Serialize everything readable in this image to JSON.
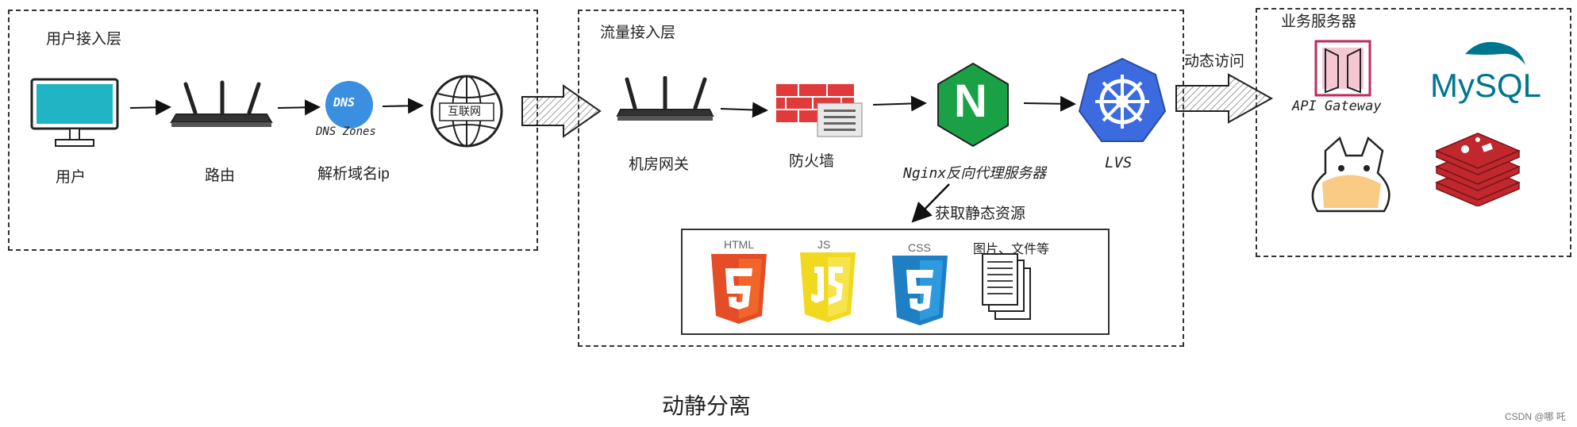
{
  "groups": {
    "user_access": "用户接入层",
    "traffic_access": "流量接入层",
    "business_servers": "业务服务器"
  },
  "nodes": {
    "user": "用户",
    "router": "路由",
    "dns_badge": "DNS",
    "dns_zones": "DNS Zones",
    "dns_resolve": "解析域名ip",
    "internet": "互联网",
    "gateway": "机房网关",
    "firewall": "防火墙",
    "nginx_letter": "N",
    "nginx": "Nginx反向代理服务器",
    "lvs": "LVS",
    "api_gateway": "API Gateway",
    "mysql": "MySQL"
  },
  "edges": {
    "dynamic": "动态访问",
    "static": "获取静态资源"
  },
  "static_resources": {
    "html": "HTML",
    "js": "JS",
    "css": "CSS",
    "files": "图片、文件等"
  },
  "caption": "动静分离",
  "credit": "CSDN @哪 吒",
  "icons": [
    "monitor-icon",
    "router-icon",
    "dns-icon",
    "globe-icon",
    "gateway-icon",
    "firewall-icon",
    "nginx-icon",
    "kubernetes-icon",
    "api-gateway-icon",
    "mysql-icon",
    "tomcat-icon",
    "redis-icon",
    "html5-icon",
    "js-icon",
    "css3-icon",
    "documents-icon"
  ],
  "colors": {
    "monitor_screen": "#1fb5c5",
    "dns": "#3b8fe0",
    "firewall": "#e03a3a",
    "nginx": "#1aa146",
    "kubernetes": "#3c6be0",
    "api_gateway": "#c2285a",
    "mysql_blue": "#00758f",
    "mysql_orange": "#f29111",
    "redis": "#c0282d",
    "html5": "#e44d26",
    "js": "#f0d91e",
    "css3": "#1f7fc4",
    "tomcat": "#f4a020"
  }
}
